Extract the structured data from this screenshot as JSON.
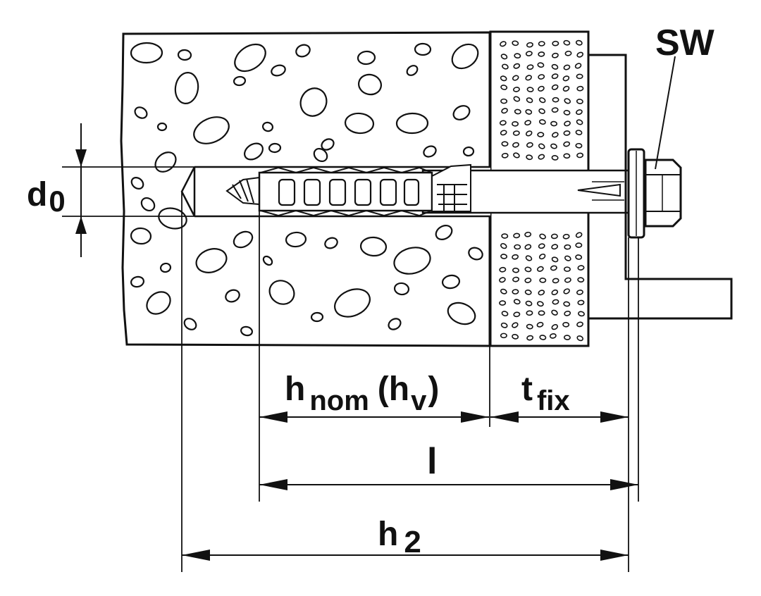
{
  "colors": {
    "ink": "#111111",
    "background": "#ffffff"
  },
  "labels": {
    "sw": "SW",
    "d0_main": "d",
    "d0_sub": "0",
    "hnom_main": "h",
    "hnom_sub": "nom",
    "hv_open": "(h",
    "hv_sub": "v",
    "hv_close": ")",
    "tfix_main": "t",
    "tfix_sub": "fix",
    "l": "l",
    "h2_main": "h",
    "h2_sub": "2"
  }
}
